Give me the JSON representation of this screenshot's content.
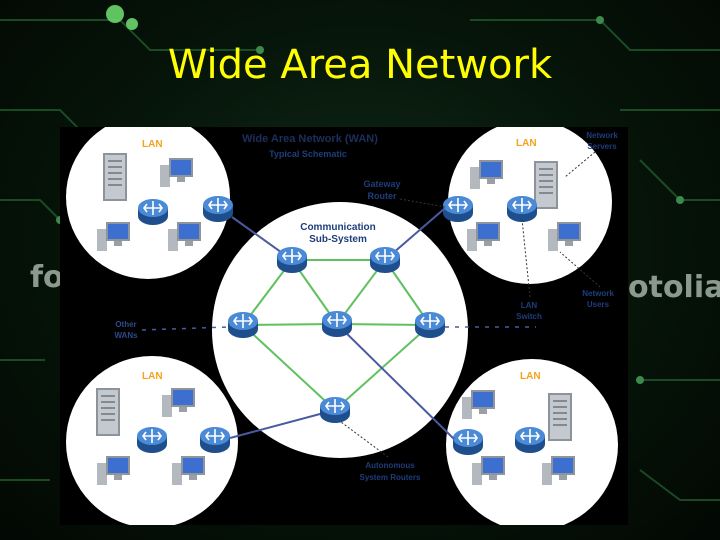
{
  "slide": {
    "title": "Wide Area Network"
  },
  "watermarks": {
    "left": "fot",
    "right": "otolia"
  },
  "diagram": {
    "heading_line1": "Wide Area Network (WAN)",
    "heading_line2": "Typical Schematic",
    "lan_labels": [
      "LAN",
      "LAN",
      "LAN",
      "LAN"
    ],
    "center_label_line1": "Communication",
    "center_label_line2": "Sub-System",
    "callouts": {
      "gateway_router": [
        "Gateway",
        "Router"
      ],
      "network_servers": [
        "Network",
        "Servers"
      ],
      "network_users": [
        "Network",
        "Users"
      ],
      "lan_switch": [
        "LAN",
        "Switch"
      ],
      "other_wans": [
        "Other",
        "WANs"
      ],
      "autonomous_routers": [
        "Autonomous",
        "System Routers"
      ]
    },
    "colors": {
      "lan_label": "#f5a21b",
      "callout_text": "#1e3d7b",
      "router": "#2f6fb7",
      "link": "#5fc05f"
    }
  }
}
